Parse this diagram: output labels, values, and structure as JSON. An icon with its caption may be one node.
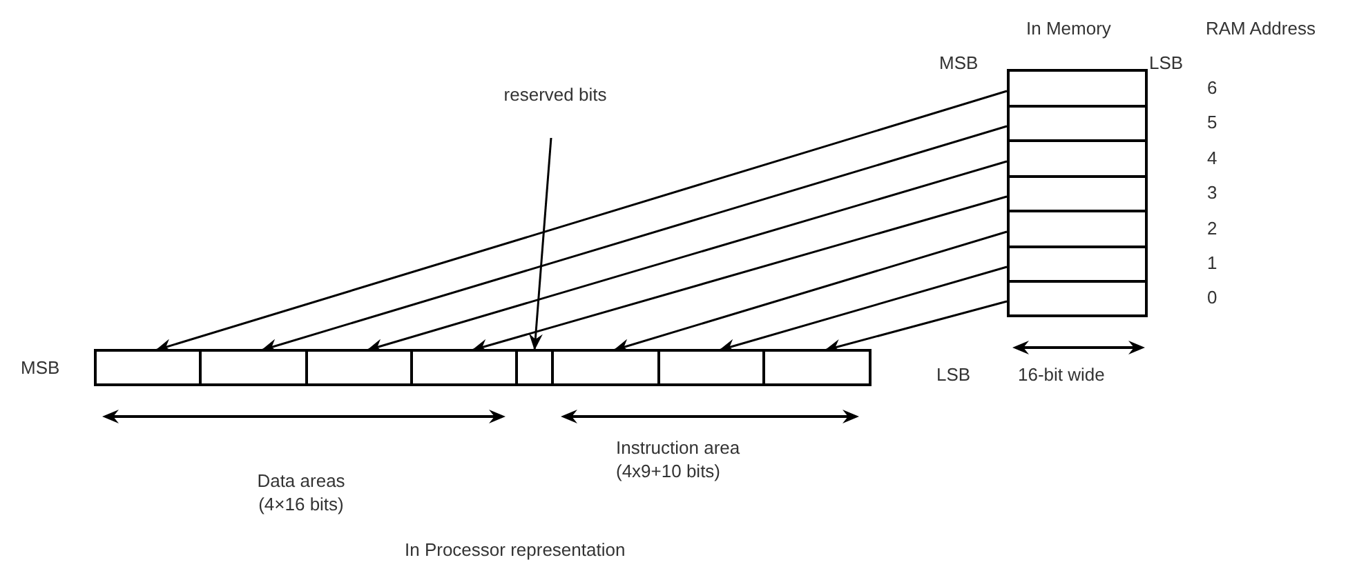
{
  "diagram": {
    "nodes": [
      {
        "text": [],
        "shape": "box"
      },
      {
        "text": [],
        "shape": "box"
      },
      {
        "text": [],
        "shape": "box"
      },
      {
        "text": [],
        "shape": "box"
      },
      {
        "text": [],
        "shape": "box"
      },
      {
        "text": [],
        "shape": "box"
      },
      {
        "text": [],
        "shape": "box"
      },
      {
        "text": [
          "reserved bits"
        ]
      },
      {
        "text": [],
        "shape": "box"
      },
      {
        "text": [],
        "shape": "box"
      },
      {
        "text": [],
        "shape": "box"
      },
      {
        "text": [],
        "shape": "box"
      },
      {
        "text": [],
        "shape": "box"
      },
      {
        "text": [],
        "shape": "box"
      },
      {
        "text": [],
        "shape": "box"
      },
      {
        "text": [],
        "shape": "box"
      }
    ],
    "edges": [
      {
        "from": 0,
        "to": 8,
        "arrow": "to"
      },
      {
        "from": 1,
        "to": 9,
        "arrow": "to"
      },
      {
        "from": 2,
        "to": 10,
        "arrow": "to"
      },
      {
        "from": 3,
        "to": 11,
        "arrow": "to"
      },
      {
        "from": 4,
        "to": 13,
        "arrow": "to"
      },
      {
        "from": 5,
        "to": 14,
        "arrow": "to"
      },
      {
        "from": 6,
        "to": 15,
        "arrow": "to"
      },
      {
        "from": 7,
        "to": 12,
        "arrow": "to"
      }
    ],
    "labels": [
      "In Memory",
      "RAM Address",
      "MSB",
      "LSB",
      "6",
      "5",
      "4",
      "3",
      "2",
      "1",
      "0",
      "MSB",
      "LSB",
      "16-bit wide",
      "Instruction area (4x9+10 bits)",
      "Data areas (4×16 bits)",
      "In Processor representation"
    ]
  }
}
